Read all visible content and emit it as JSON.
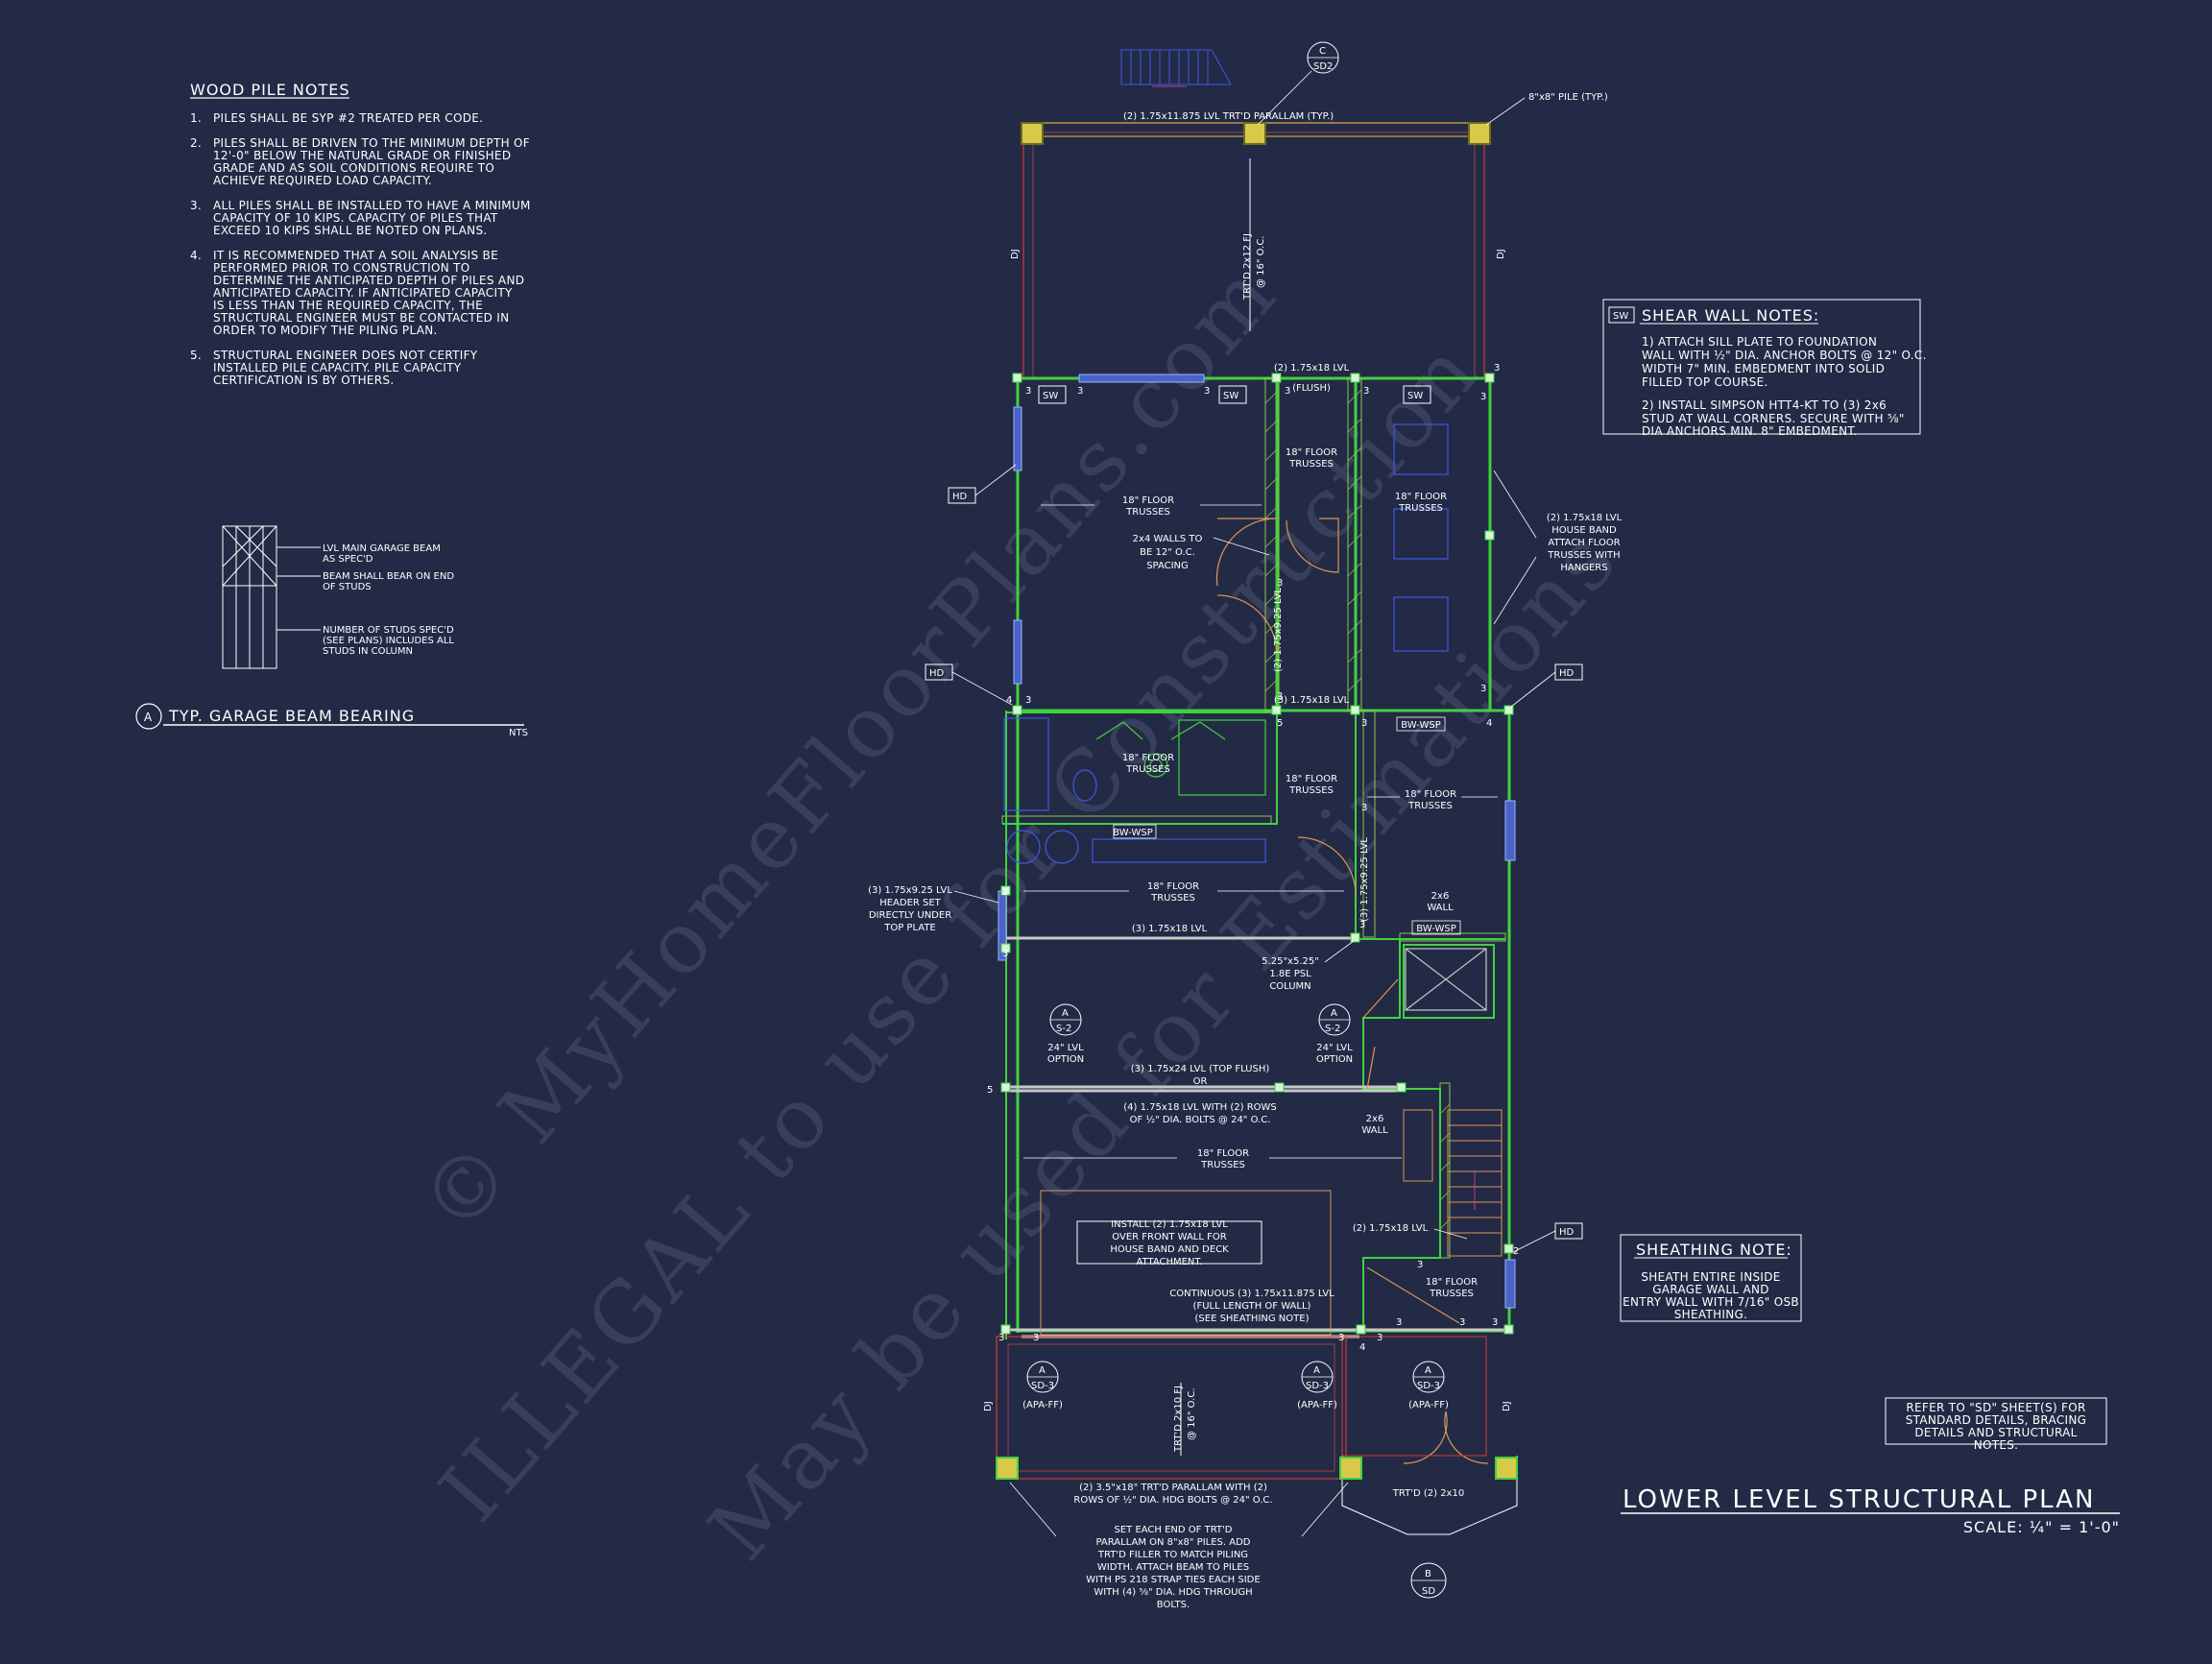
{
  "wood_pile_notes": {
    "title": "WOOD PILE NOTES",
    "items": [
      {
        "num": "1.",
        "lines": [
          "PILES SHALL BE SYP #2 TREATED PER CODE."
        ]
      },
      {
        "num": "2.",
        "lines": [
          "PILES SHALL BE DRIVEN TO THE MINIMUM DEPTH OF",
          "12'-0\" BELOW THE NATURAL GRADE OR FINISHED",
          "GRADE AND AS SOIL CONDITIONS REQUIRE TO",
          "ACHIEVE REQUIRED LOAD CAPACITY."
        ]
      },
      {
        "num": "3.",
        "lines": [
          "ALL PILES SHALL BE INSTALLED TO HAVE A MINIMUM",
          "CAPACITY OF 10 KIPS. CAPACITY OF PILES THAT",
          "EXCEED 10 KIPS SHALL BE NOTED ON PLANS."
        ]
      },
      {
        "num": "4.",
        "lines": [
          "IT IS RECOMMENDED THAT A SOIL ANALYSIS BE",
          "PERFORMED PRIOR TO CONSTRUCTION TO",
          "DETERMINE THE ANTICIPATED DEPTH OF PILES AND",
          "ANTICIPATED CAPACITY. IF ANTICIPATED CAPACITY",
          "IS LESS THAN THE REQUIRED CAPACITY, THE",
          "STRUCTURAL ENGINEER MUST BE CONTACTED IN",
          "ORDER TO MODIFY THE PILING PLAN."
        ]
      },
      {
        "num": "5.",
        "lines": [
          "STRUCTURAL ENGINEER DOES NOT CERTIFY",
          "INSTALLED PILE CAPACITY. PILE CAPACITY",
          "CERTIFICATION IS BY OTHERS."
        ]
      }
    ]
  },
  "garage_beam": {
    "title": "TYP. GARAGE BEAM BEARING",
    "tag": "A",
    "nts": "NTS",
    "callouts": [
      [
        "LVL MAIN GARAGE BEAM",
        "AS SPEC'D"
      ],
      [
        "BEAM SHALL BEAR ON END",
        "OF STUDS"
      ],
      [
        "NUMBER OF STUDS SPEC'D",
        "(SEE PLANS) INCLUDES ALL",
        "STUDS IN COLUMN"
      ]
    ]
  },
  "shear_wall_notes": {
    "tag": "SW",
    "title": "SHEAR WALL NOTES:",
    "lines": [
      "1)  ATTACH SILL PLATE TO FOUNDATION",
      "WALL WITH ½\" DIA. ANCHOR BOLTS @ 12\" O.C.",
      "WIDTH 7\" MIN. EMBEDMENT INTO SOLID",
      "FILLED TOP COURSE.",
      "",
      "2)  INSTALL SIMPSON HTT4-KT TO (3) 2x6",
      "STUD AT WALL CORNERS.  SECURE WITH ⅝\"",
      "DIA ANCHORS MIN. 8\" EMBEDMENT."
    ]
  },
  "sheathing_note": {
    "title": "SHEATHING NOTE:",
    "lines": [
      "SHEATH ENTIRE INSIDE",
      "GARAGE WALL AND",
      "ENTRY WALL WITH 7/16\" OSB",
      "SHEATHING."
    ]
  },
  "refer_note": {
    "lines": [
      "REFER TO \"SD\" SHEET(S) FOR",
      "STANDARD DETAILS, BRACING",
      "DETAILS AND STRUCTURAL",
      "NOTES."
    ]
  },
  "plan_title": {
    "title": "LOWER LEVEL STRUCTURAL PLAN",
    "scale": "SCALE: ¼\" = 1'-0\""
  },
  "watermark": {
    "line1": "© MyHomeFloorPlans.com",
    "line2": "ILLEGAL to use for Construction",
    "line3": "May be used for Estimations"
  },
  "plan_labels": {
    "pile_top": "8\"x8\" PILE (TYP.)",
    "parallam_top": "(2) 1.75x11.875 LVL TRT'D PARALLAM (TYP.)",
    "deck_fj_top": [
      "TRT'D 2x12 FJ",
      "@ 16\" O.C."
    ],
    "dj": "DJ",
    "lvl_flush": [
      "(2) 1.75x18 LVL",
      "(FLUSH)"
    ],
    "floor_trusses": [
      "18\" FLOOR",
      "TRUSSES"
    ],
    "walls_2x4": [
      "2x4 WALLS TO",
      "BE 12\" O.C.",
      "SPACING"
    ],
    "house_band": [
      "(2) 1.75x18 LVL",
      "HOUSE BAND",
      "ATTACH FLOOR",
      "TRUSSES WITH",
      "HANGERS"
    ],
    "lvl_3x_175x18": "(3) 1.75x18 LVL",
    "lvl_2x_175x925_v": "(2) 1.75x9.25 LVL",
    "lvl_3x_175x925_v": "(3) 1.75x9.25 LVL",
    "bw_wsp": "BW-WSP",
    "header_set": [
      "(3) 1.75x9.25 LVL",
      "HEADER SET",
      "DIRECTLY UNDER",
      "TOP PLATE"
    ],
    "wall_2x6": [
      "2x6",
      "WALL"
    ],
    "psl_column": [
      "5.25\"x5.25\"",
      "1.8E PSL",
      "COLUMN"
    ],
    "lvl_option": [
      "24\" LVL",
      "OPTION"
    ],
    "lvl_24_top_flush": "(3) 1.75x24 LVL (TOP FLUSH)",
    "or": "OR",
    "lvl_with_bolts": [
      "(4) 1.75x18 LVL WITH (2) ROWS",
      "OF ½\" DIA. BOLTS @ 24\" O.C."
    ],
    "install_lvl": [
      "INSTALL (2) 1.75x18 LVL",
      "OVER FRONT WALL FOR",
      "HOUSE BAND AND DECK",
      "ATTACHMENT."
    ],
    "lvl_2x_175x18": "(2) 1.75x18 LVL",
    "continuous": [
      "CONTINUOUS (3) 1.75x11.875 LVL",
      "(FULL LENGTH OF WALL)",
      "(SEE SHEATHING NOTE)"
    ],
    "deck_fj_bottom": [
      "TRT'D 2x10 FJ",
      "@ 16\" O.C."
    ],
    "apa_ff": "(APA-FF)",
    "parallam_bottom": [
      "(2) 3.5\"x18\" TRT'D PARALLAM WITH (2)",
      "ROWS OF ½\" DIA. HDG BOLTS @ 24\" O.C."
    ],
    "set_each_end": [
      "SET EACH END OF TRT'D",
      "PARALLAM ON 8\"x8\" PILES.  ADD",
      "TRT'D FILLER TO MATCH PILING",
      "WIDTH.  ATTACH BEAM TO PILES",
      "WITH PS 218 STRAP TIES EACH SIDE",
      "WITH (4) ⅝\" DIA. HDG THROUGH",
      "BOLTS."
    ],
    "trtd_2x10": "TRT'D (2) 2x10",
    "hd": "HD",
    "sw": "SW",
    "sec_c": [
      "C",
      "SD2"
    ],
    "sec_a": [
      "A",
      "S-2"
    ],
    "sec_sd3": [
      "A",
      "SD-3"
    ],
    "sec_b": [
      "B",
      "SD"
    ],
    "num3": "3",
    "num4": "4",
    "num5": "5",
    "num2": "2"
  }
}
